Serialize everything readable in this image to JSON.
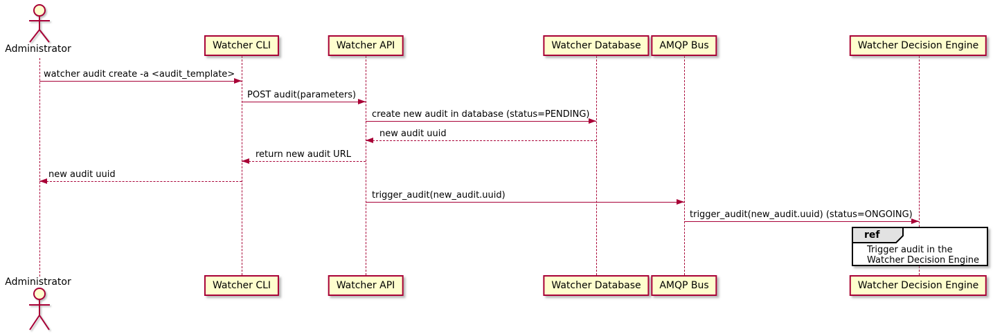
{
  "diagram": {
    "type": "sequence-diagram",
    "participants": [
      {
        "id": "administrator",
        "kind": "actor",
        "label": "Administrator"
      },
      {
        "id": "watcher-cli",
        "kind": "participant",
        "label": "Watcher CLI"
      },
      {
        "id": "watcher-api",
        "kind": "participant",
        "label": "Watcher API"
      },
      {
        "id": "watcher-database",
        "kind": "participant",
        "label": "Watcher Database"
      },
      {
        "id": "amqp-bus",
        "kind": "participant",
        "label": "AMQP Bus"
      },
      {
        "id": "watcher-decision-engine",
        "kind": "participant",
        "label": "Watcher Decision Engine"
      }
    ],
    "messages": [
      {
        "from": "administrator",
        "to": "watcher-cli",
        "style": "solid",
        "text": "watcher audit create -a <audit_template>"
      },
      {
        "from": "watcher-cli",
        "to": "watcher-api",
        "style": "solid",
        "text": "POST audit(parameters)"
      },
      {
        "from": "watcher-api",
        "to": "watcher-database",
        "style": "solid",
        "text": "create new audit in database (status=PENDING)"
      },
      {
        "from": "watcher-database",
        "to": "watcher-api",
        "style": "dashed",
        "text": "new audit uuid"
      },
      {
        "from": "watcher-api",
        "to": "watcher-cli",
        "style": "dashed",
        "text": "return new audit URL"
      },
      {
        "from": "watcher-cli",
        "to": "administrator",
        "style": "dashed",
        "text": "new audit uuid"
      },
      {
        "from": "watcher-api",
        "to": "amqp-bus",
        "style": "solid",
        "text": "trigger_audit(new_audit.uuid)"
      },
      {
        "from": "amqp-bus",
        "to": "watcher-decision-engine",
        "style": "solid",
        "text": "trigger_audit(new_audit.uuid) (status=ONGOING)"
      }
    ],
    "ref": {
      "keyword": "ref",
      "over": "watcher-decision-engine",
      "lines": [
        "Trigger audit in the",
        "Watcher Decision Engine"
      ]
    },
    "colors": {
      "participant_fill": "#FEFECE",
      "border": "#A80036",
      "text": "#000000",
      "ref_border": "#000000",
      "ref_header_fill": "#E2E2E2",
      "background": "#FFFFFF"
    }
  }
}
